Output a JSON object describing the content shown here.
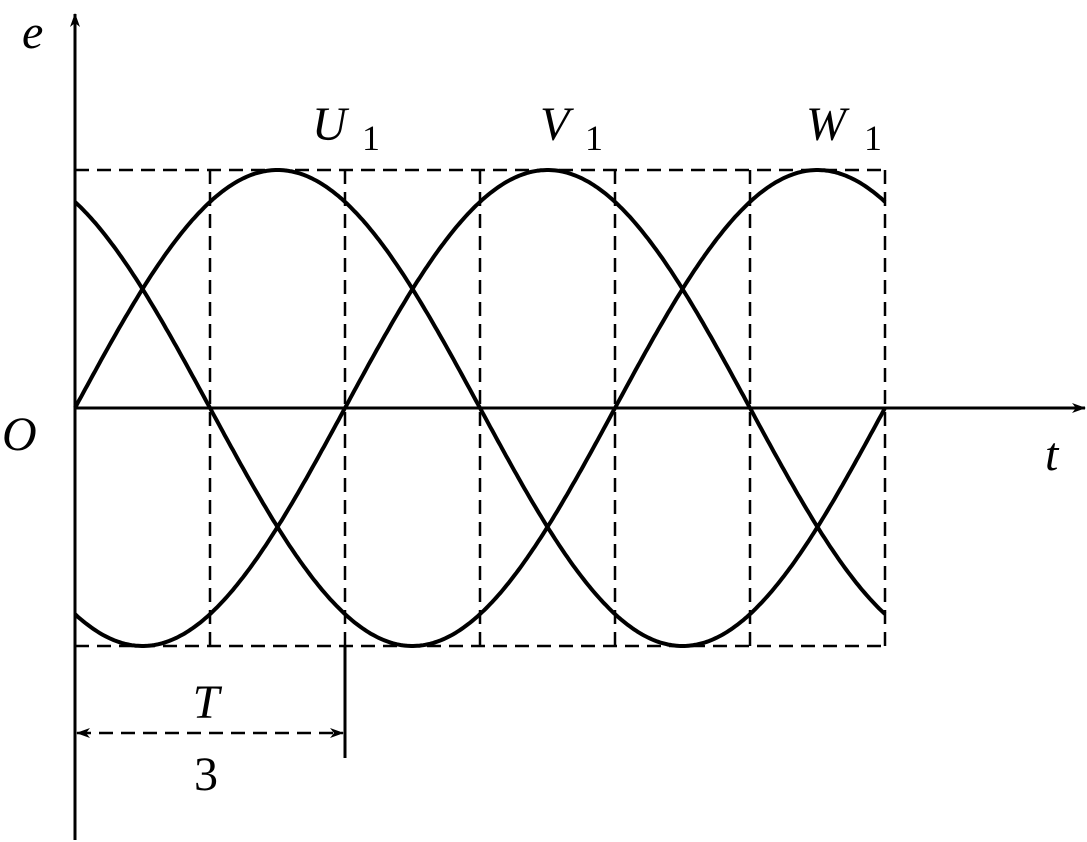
{
  "axes": {
    "y_label": "e",
    "x_label": "t",
    "origin_label": "O"
  },
  "waves": [
    {
      "name": "U",
      "label": "U",
      "subscript": "1",
      "phase_deg": -120
    },
    {
      "name": "V",
      "label": "V",
      "subscript": "1",
      "phase_deg": 120
    },
    {
      "name": "W",
      "label": "W",
      "subscript": "1",
      "phase_deg": 0
    }
  ],
  "period_divisions": 6,
  "dimension": {
    "numerator": "T",
    "denominator": "3"
  },
  "colors": {
    "line": "#000000",
    "background": "#ffffff"
  }
}
